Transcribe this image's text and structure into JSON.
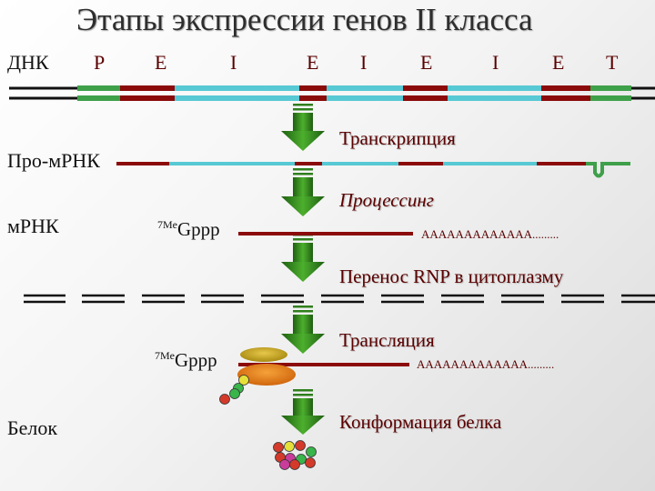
{
  "title": "Этапы экспрессии генов II класса",
  "row_labels": {
    "dna": "ДНК",
    "pro_mrna": "Про-мРНК",
    "mrna": "мРНК",
    "protein": "Белок"
  },
  "segments": {
    "p": "P",
    "e1": "E",
    "i1": "I",
    "e2": "E",
    "i2": "I",
    "e3": "E",
    "i3": "I",
    "e4": "E",
    "t": "T"
  },
  "steps": {
    "transcription": "Транскрипция",
    "processing": "Процессинг",
    "transport": "Перенос RNP в цитоплазму",
    "translation": "Трансляция",
    "conformation": "Конформация белка"
  },
  "cap": {
    "prefix": "7Me",
    "text": "Gppp"
  },
  "polya": "AAAAAAAAAAAAA.........",
  "colors": {
    "exon": "#8b0a0a",
    "intron": "#57c9d4",
    "regulatory": "#3fa04a",
    "arrow": "#2f7f1d",
    "ribosome": "#c9a227",
    "ribosome_body": "#e07b12"
  }
}
